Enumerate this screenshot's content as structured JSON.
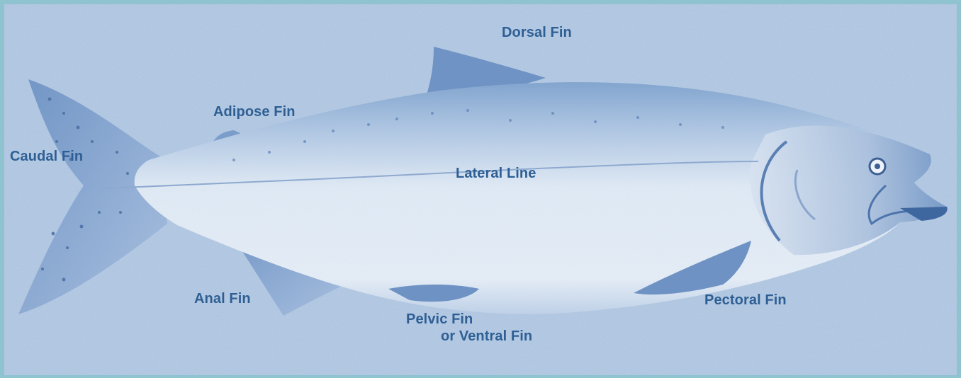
{
  "colors": {
    "label": "#2e5f94",
    "background": "#b9cde4",
    "fish_body": "#e6edf6",
    "fish_dark": "#5f87bb",
    "border": "#8fc3cf"
  },
  "labels": {
    "dorsal_fin": "Dorsal Fin",
    "adipose_fin": "Adipose Fin",
    "caudal_fin": "Caudal Fin",
    "lateral_line": "Lateral Line",
    "anal_fin": "Anal Fin",
    "pelvic_fin": "Pelvic Fin",
    "ventral_fin": "or Ventral Fin",
    "pectoral_fin": "Pectoral Fin"
  }
}
